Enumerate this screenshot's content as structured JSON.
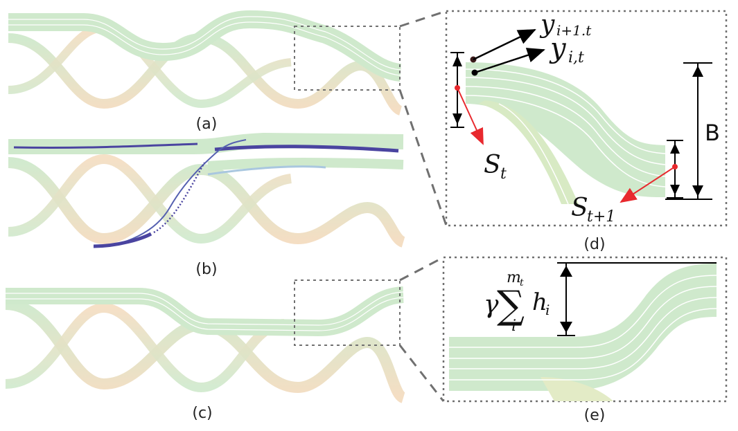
{
  "panels": {
    "a": {
      "caption": "(a)"
    },
    "b": {
      "caption": "(b)"
    },
    "c": {
      "caption": "(c)"
    },
    "d": {
      "caption": "(d)",
      "y_next": {
        "base": "y",
        "sub": "i+1.t"
      },
      "y_curr": {
        "base": "y",
        "sub": "i,t"
      },
      "s_t": {
        "base": "S",
        "sub": "t"
      },
      "s_t1": {
        "base": "S",
        "sub": "t+1"
      },
      "b_label": "B"
    },
    "e": {
      "caption": "(e)",
      "gamma": "γ",
      "sigma": "∑",
      "upper": "m",
      "upper_sub": "t",
      "lower": "i",
      "term": "h",
      "term_sub": "i"
    }
  },
  "colors": {
    "green": "#cfe9cc",
    "orange": "#f4dcc0",
    "white_line": "#ffffff",
    "blue_dark": "#4a44a0",
    "blue_light": "#a9c7df",
    "red": "#e8292e",
    "dashed_box": "#707070"
  }
}
